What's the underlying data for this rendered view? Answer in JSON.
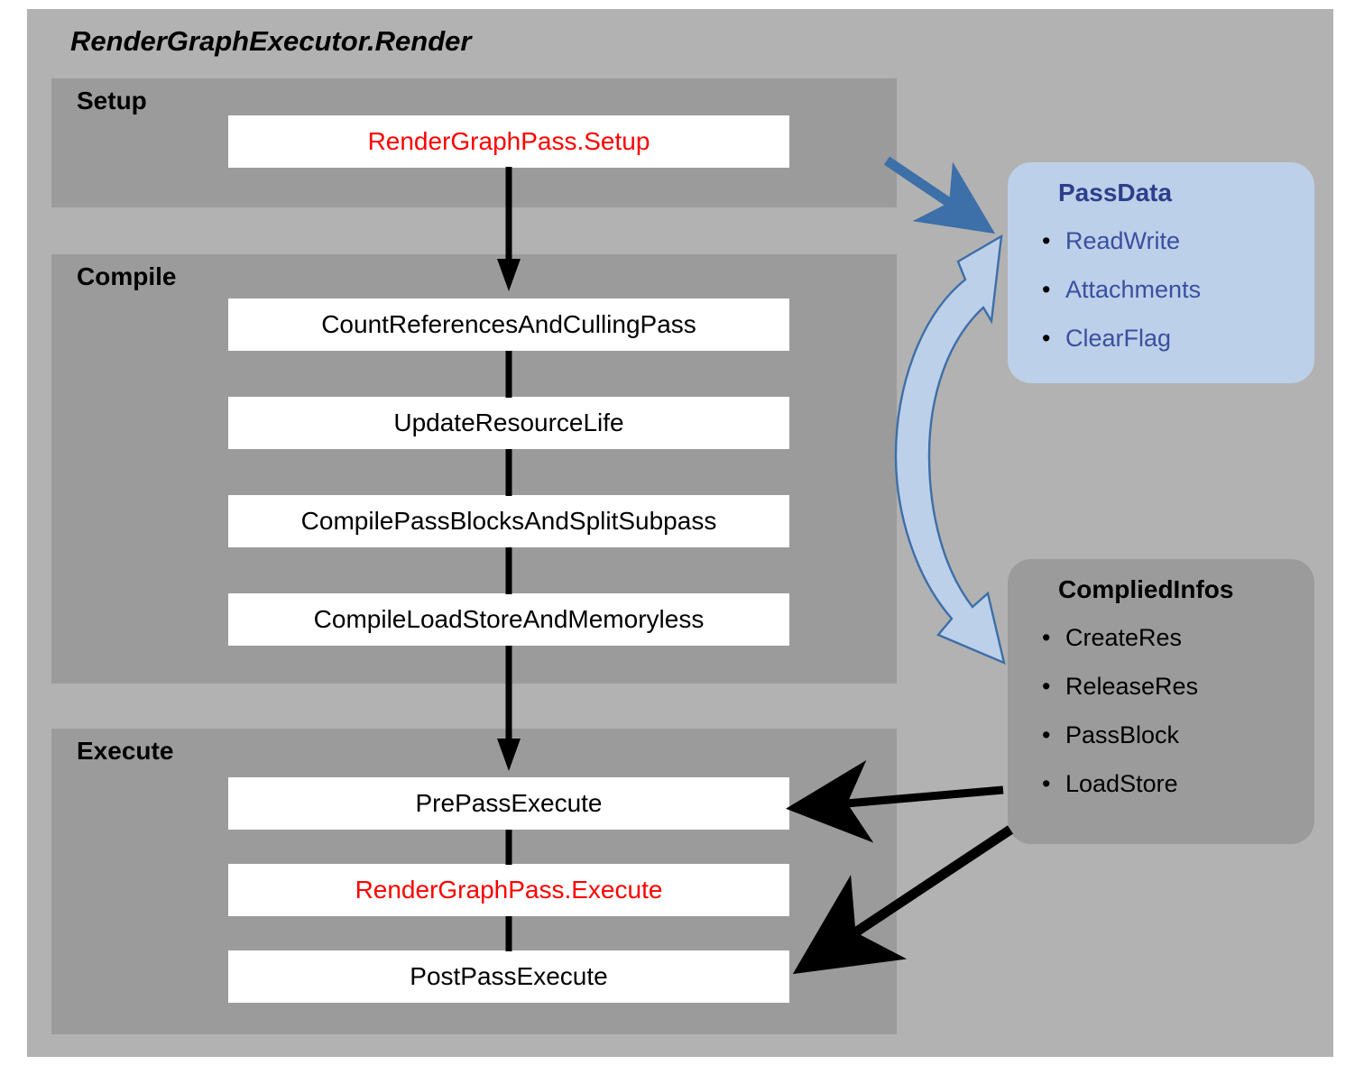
{
  "diagram": {
    "title": "RenderGraphExecutor.Render",
    "background_color": "#b2b2b2",
    "phase_color": "#9b9b9b",
    "step_box_color": "#ffffff",
    "highlight_text_color": "#ff0000"
  },
  "phases": [
    {
      "label": "Setup",
      "steps": [
        {
          "label": "RenderGraphPass.Setup",
          "highlight": true
        }
      ]
    },
    {
      "label": "Compile",
      "steps": [
        {
          "label": "CountReferencesAndCullingPass",
          "highlight": false
        },
        {
          "label": "UpdateResourceLife",
          "highlight": false
        },
        {
          "label": "CompilePassBlocksAndSplitSubpass",
          "highlight": false
        },
        {
          "label": "CompileLoadStoreAndMemoryless",
          "highlight": false
        }
      ]
    },
    {
      "label": "Execute",
      "steps": [
        {
          "label": "PrePassExecute",
          "highlight": false
        },
        {
          "label": "RenderGraphPass.Execute",
          "highlight": true
        },
        {
          "label": "PostPassExecute",
          "highlight": false
        }
      ]
    }
  ],
  "cards": [
    {
      "id": "passdata",
      "title": "PassData",
      "title_color": "#2b3f8c",
      "background_color": "#bdd0e9",
      "items": [
        "ReadWrite",
        "Attachments",
        "ClearFlag"
      ]
    },
    {
      "id": "compliedinfos",
      "title": "CompliedInfos",
      "title_color": "#000000",
      "background_color": "#9b9b9b",
      "items": [
        "CreateRes",
        "ReleaseRes",
        "PassBlock",
        "LoadStore"
      ]
    }
  ],
  "connectors": [
    {
      "name": "setup-to-passdata",
      "style": "solid-arrow",
      "color": "#3d6fa8"
    },
    {
      "name": "passdata-to-compliedinfos",
      "style": "curved-block-arrow",
      "color": "#bdd0e9",
      "stroke": "#3d6fa8"
    },
    {
      "name": "compliedinfos-to-prepassexecute",
      "style": "solid-arrow",
      "color": "#000000"
    },
    {
      "name": "compliedinfos-to-postpassexecute",
      "style": "solid-arrow",
      "color": "#000000"
    },
    {
      "name": "setup-to-compile-flow",
      "style": "solid-arrow",
      "color": "#000000"
    },
    {
      "name": "compile-to-execute-flow",
      "style": "solid-arrow",
      "color": "#000000"
    }
  ]
}
